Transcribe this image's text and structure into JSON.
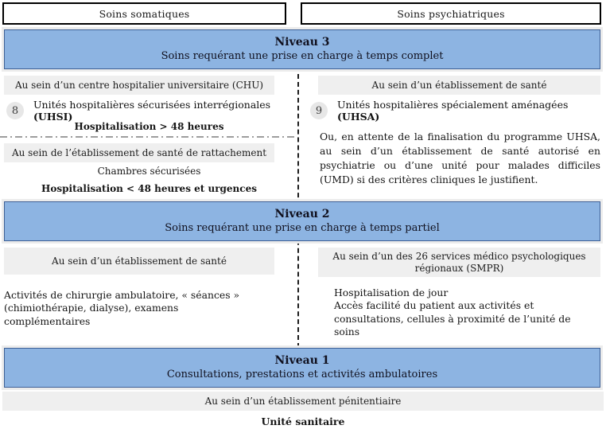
{
  "columns": {
    "left": "Soins somatiques",
    "right": "Soins psychiatriques"
  },
  "level3": {
    "title": "Niveau 3",
    "subtitle": "Soins requérant une prise en charge à temps complet",
    "somatic": {
      "location1": "Au sein d’un centre hospitalier universitaire (CHU)",
      "unit_number": "8",
      "unit_name": "Unités hospitalières sécurisées interrégionales ",
      "unit_acronym": "(UHSI)",
      "duration1": "Hospitalisation > 48 heures",
      "location2": "Au sein de l’établissement de santé de rattachement",
      "unit2": "Chambres sécurisées",
      "duration2": "Hospitalisation < 48 heures et urgences"
    },
    "psychiatric": {
      "location": "Au sein d’un établissement de santé",
      "unit_number": "9",
      "unit_name": "Unités hospitalières spécialement aménagées ",
      "unit_acronym": "(UHSA)",
      "note": "Ou, en attente de la finalisation du programme UHSA, au sein d’un établissement de santé autorisé en psychiatrie ou d’une unité pour malades difficiles (UMD) si des critères cliniques le justifient."
    }
  },
  "level2": {
    "title": "Niveau 2",
    "subtitle": "Soins requérant une prise en charge à temps partiel",
    "somatic": {
      "location": "Au sein d’un établissement de santé",
      "activities": "Activités de chirurgie ambulatoire, « séances » (chimiothérapie, dialyse), examens complémentaires"
    },
    "psychiatric": {
      "location": "Au sein d’un des 26 services médico psychologiques régionaux (SMPR)",
      "mode": "Hospitalisation de jour",
      "detail": "Accès facilité du patient aux activités et consultations, cellules à proximité de l’unité de soins"
    }
  },
  "level1": {
    "title": "Niveau 1",
    "subtitle": "Consultations, prestations et activités ambulatoires",
    "location": "Au sein d’un établissement pénitentiaire",
    "unit": "Unité sanitaire"
  },
  "colors": {
    "band_blue": "#8db4e2",
    "box_gray": "#efefef"
  }
}
